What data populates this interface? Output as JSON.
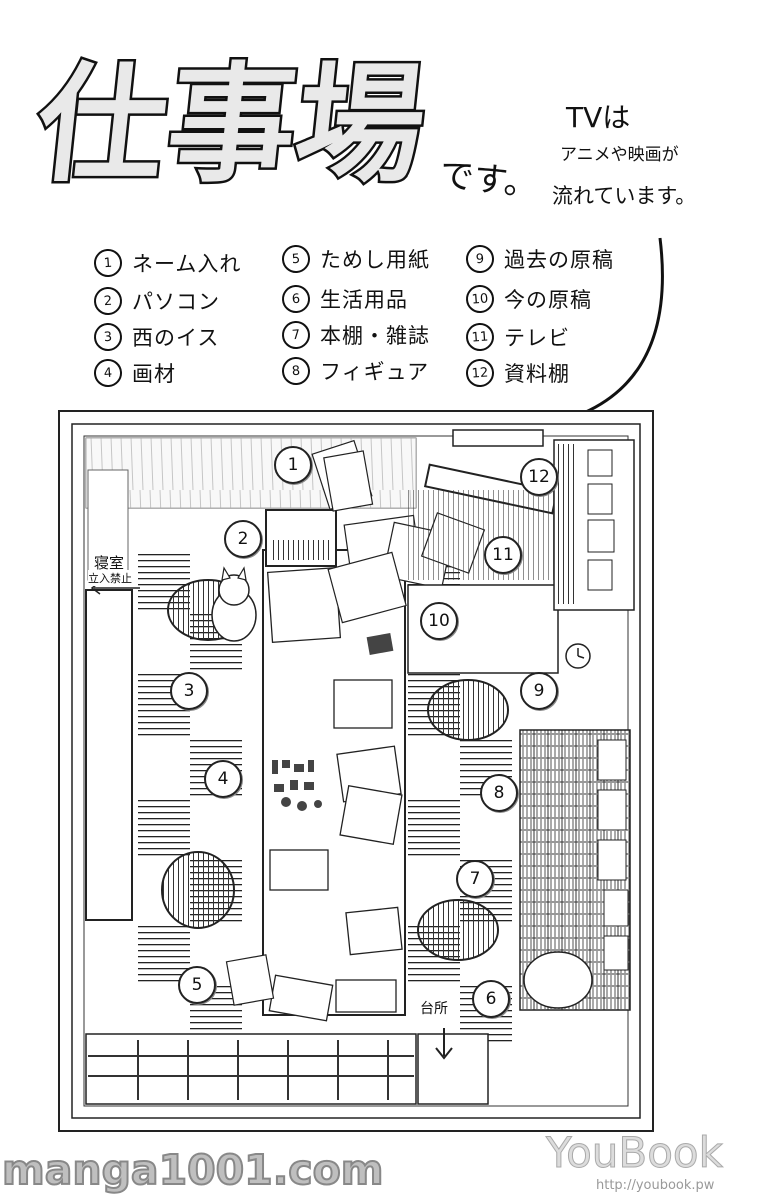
{
  "title": {
    "chars": [
      "仕",
      "事",
      "場"
    ],
    "suffix": "です。"
  },
  "tv_note": {
    "line1": "TVは",
    "line2": "アニメや映画が",
    "line3": "流れています。"
  },
  "legend": [
    {
      "num": "1",
      "label": "ネーム入れ"
    },
    {
      "num": "2",
      "label": "パソコン"
    },
    {
      "num": "3",
      "label": "西のイス"
    },
    {
      "num": "4",
      "label": "画材"
    },
    {
      "num": "5",
      "label": "ためし用紙"
    },
    {
      "num": "6",
      "label": "生活用品"
    },
    {
      "num": "7",
      "label": "本棚・雑誌"
    },
    {
      "num": "8",
      "label": "フィギュア"
    },
    {
      "num": "9",
      "label": "過去の原稿"
    },
    {
      "num": "10",
      "label": "今の原稿"
    },
    {
      "num": "11",
      "label": "テレビ"
    },
    {
      "num": "12",
      "label": "資料棚"
    }
  ],
  "plan": {
    "bedroom_label": "寝室",
    "bedroom_note": "立入禁止",
    "kitchen_label": "台所"
  },
  "watermarks": {
    "left": "manga1001.com",
    "right": "YouBook",
    "url": "http://youbook.pw"
  }
}
